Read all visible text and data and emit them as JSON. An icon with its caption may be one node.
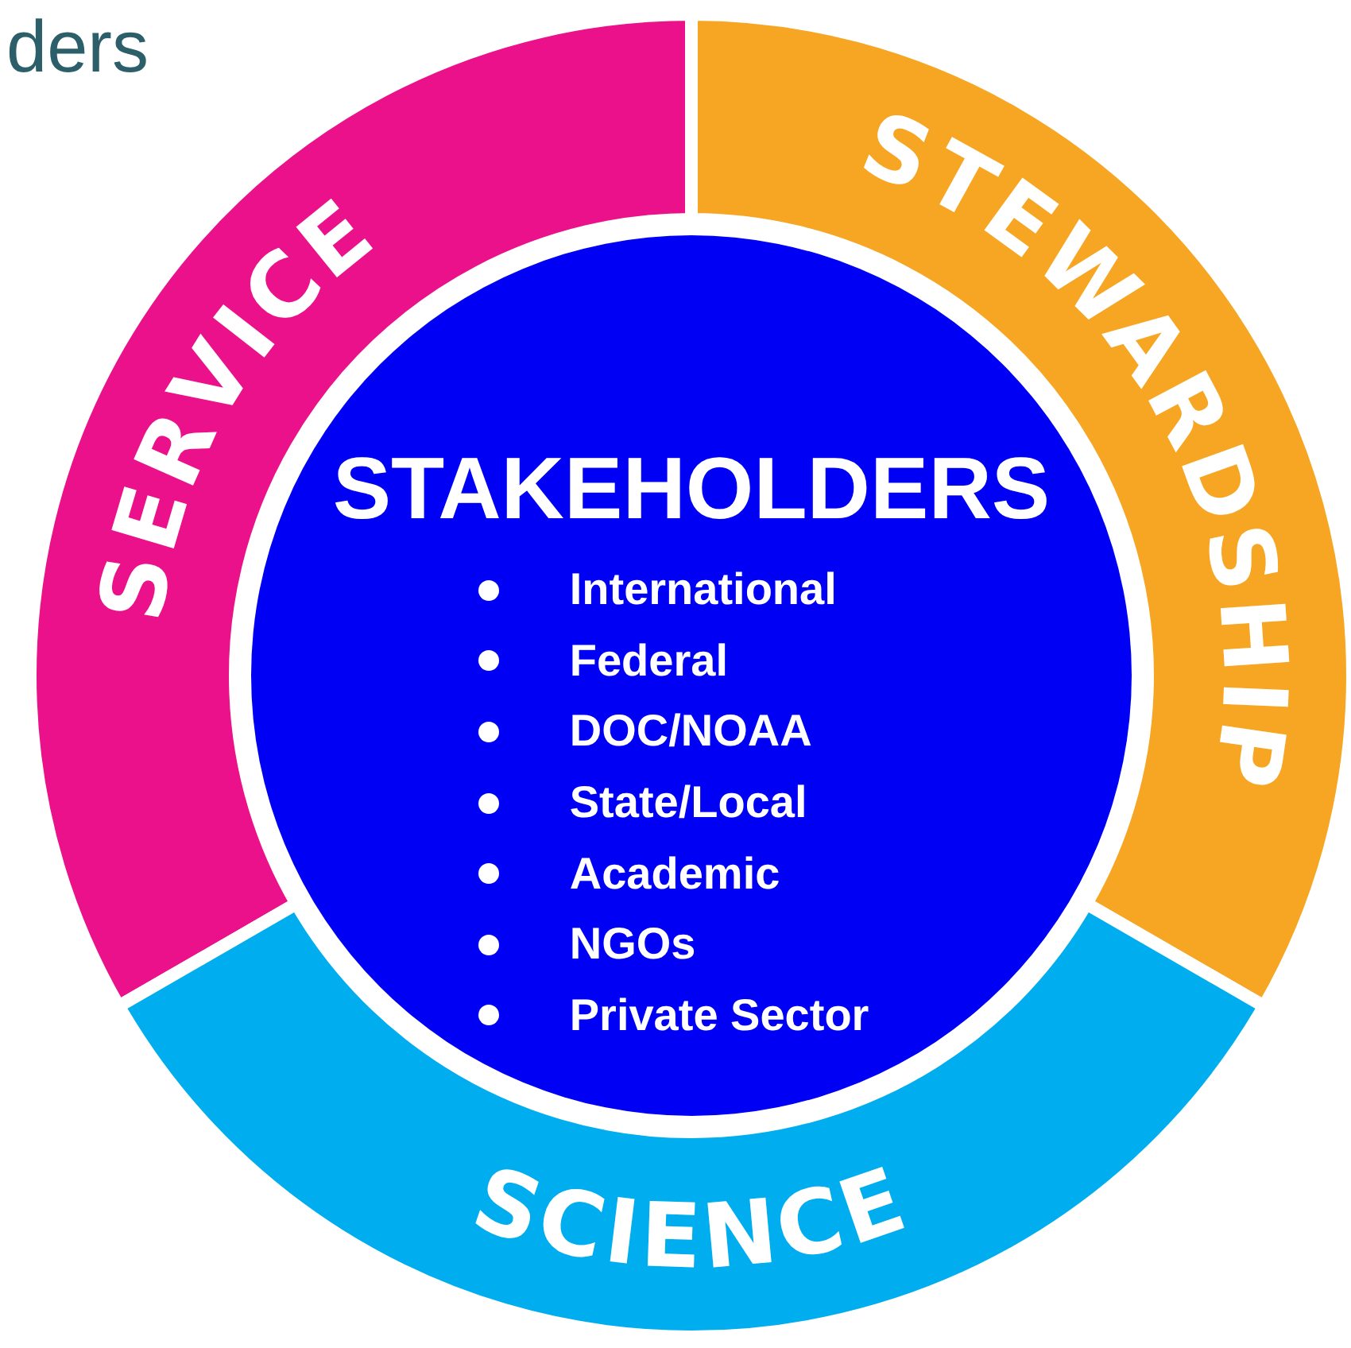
{
  "diagram": {
    "nodes": [
      {
        "text": [
          "SERVICE"
        ]
      },
      {
        "text": [
          "STEWARDSHIP"
        ]
      },
      {
        "text": [
          "SCIENCE"
        ]
      },
      {
        "text": [
          "STAKEHOLDERS",
          "International",
          "Federal",
          "DOC/NOAA",
          "State/Local",
          "Academic",
          "NGOs",
          "Private Sector"
        ]
      }
    ],
    "labels": [
      "ders"
    ]
  }
}
